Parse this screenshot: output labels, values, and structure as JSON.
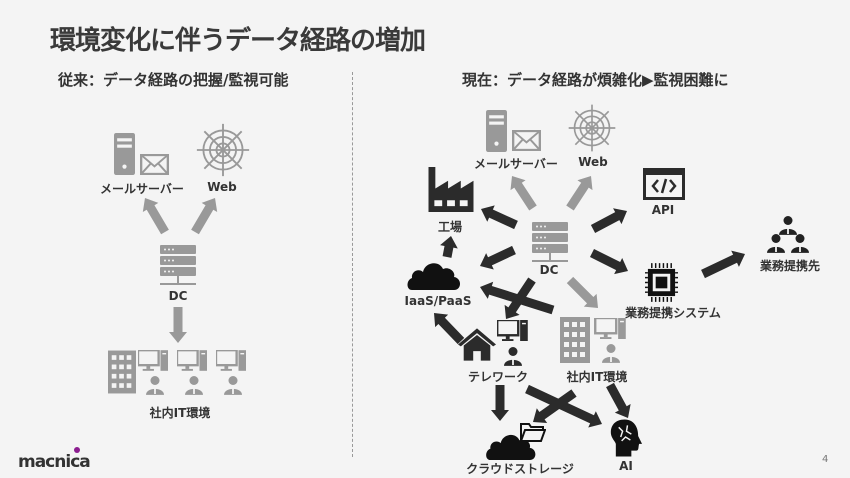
{
  "title": "環境変化に伴うデータ経路の増加",
  "left": {
    "heading": "従来：データ経路の把握/監視可能",
    "mail": "メールサーバー",
    "web": "Web",
    "dc": "DC",
    "internal": "社内IT環境"
  },
  "right": {
    "heading": "現在：データ経路が煩雑化▶監視困難に",
    "mail": "メールサーバー",
    "web": "Web",
    "factory": "工場",
    "api": "API",
    "dc": "DC",
    "cloud": "IaaS/PaaS",
    "system": "業務提携システム",
    "partner": "業務提携先",
    "telework": "テレワーク",
    "internal": "社内IT環境",
    "storage": "クラウドストレージ",
    "ai": "AI"
  },
  "footer": {
    "logo": "MACNICA",
    "page": "4"
  },
  "colors": {
    "dark": "#2b2b2b",
    "gray": "#999999",
    "brand": "#8b1d8f"
  }
}
